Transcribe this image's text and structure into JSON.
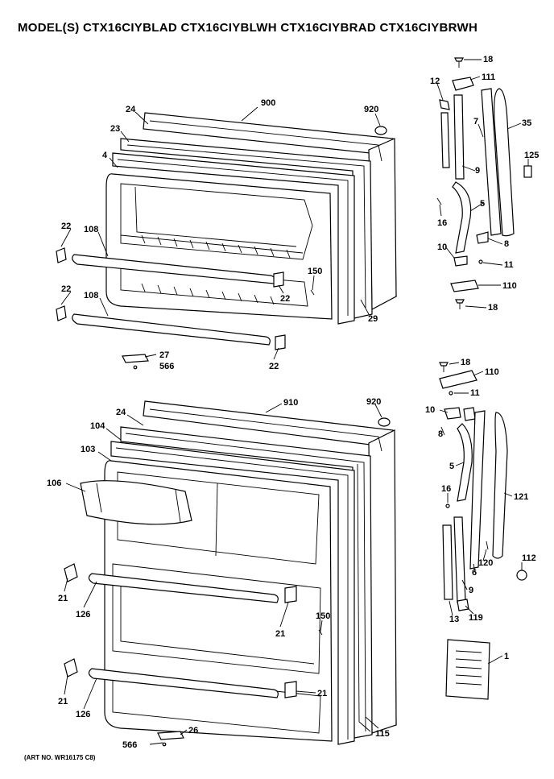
{
  "header": {
    "model_line": "MODEL(S) CTX16CIYBLAD  CTX16CIYBLWH  CTX16CIYBRAD  CTX16CIYBRWH"
  },
  "footer": {
    "art_no": "(ART NO. WR16175 C8)"
  },
  "callouts": {
    "top_door": [
      "900",
      "24",
      "23",
      "4",
      "920",
      "22",
      "108",
      "22",
      "108",
      "150",
      "22",
      "29",
      "27",
      "566",
      "22"
    ],
    "top_hardware": [
      "18",
      "12",
      "111",
      "7",
      "35",
      "125",
      "9",
      "5",
      "16",
      "10",
      "8",
      "11",
      "110",
      "18"
    ],
    "bottom_door": [
      "910",
      "920",
      "24",
      "104",
      "103",
      "106",
      "21",
      "126",
      "21",
      "150",
      "21",
      "126",
      "21",
      "566",
      "26",
      "115"
    ],
    "bottom_hardware": [
      "18",
      "110",
      "11",
      "10",
      "8",
      "5",
      "121",
      "16",
      "120",
      "112",
      "6",
      "9",
      "13",
      "119",
      "1"
    ]
  }
}
